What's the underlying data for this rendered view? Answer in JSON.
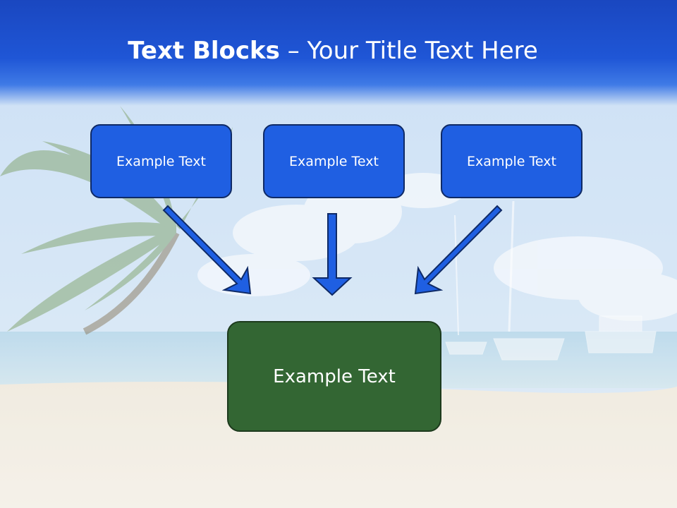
{
  "title": {
    "bold": "Text Blocks",
    "separator": " – ",
    "rest": "Your Title Text Here"
  },
  "boxes": {
    "top_left": "Example Text",
    "top_center": "Example Text",
    "top_right": "Example Text",
    "bottom": "Example Text"
  },
  "colors": {
    "header_blue": "#1f56d6",
    "box_blue": "#1f5fe2",
    "box_green": "#336633",
    "arrow_blue": "#1f5fe2"
  }
}
